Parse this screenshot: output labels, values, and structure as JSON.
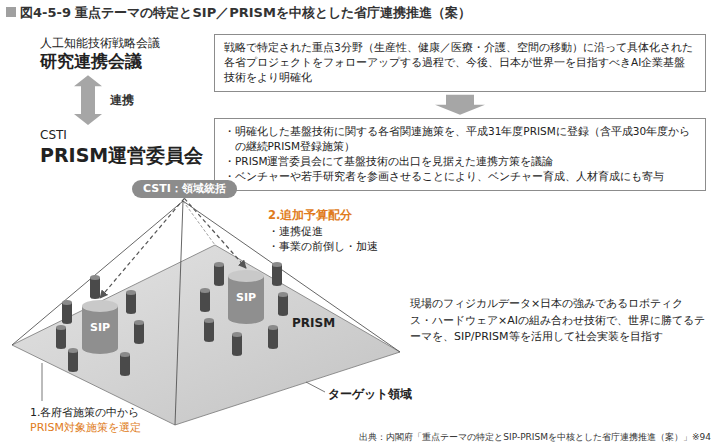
{
  "diagram": {
    "title": "図4-5-9 重点テーマの特定とSIP／PRISMを中核とした省庁連携推進（案）",
    "caption": "出典：内閣府「重点テーマの特定とSIP-PRISMを中核とした省庁連携推進（案）」※94",
    "nodes": [
      {
        "text": [
          "人工知能技術戦略会議",
          "研究連携会議"
        ]
      },
      {
        "text": [
          "CSTI",
          "PRISM運営委員会"
        ]
      },
      {
        "text": [
          "戦略で特定された重点3分野（生産性、健康／医療・介護、空間の移動）に沿って具体化された各省プロジェクトをフォローアップする過程で、今後、日本が世界一を目指すべきAI企業基盤技術をより明確化"
        ]
      },
      {
        "text": [
          "・明確化した基盤技術に関する各省関連施策を、平成31年度PRISMに登録（含平成30年度からの継続PRISM登録施策）",
          "・PRISM運営委員会にて基盤技術の出口を見据えた連携方策を議論",
          "・ベンチャーや若手研究者を参画させることにより、ベンチャー育成、人材育成にも寄与"
        ]
      },
      {
        "text": [
          "CSTI：領域統括"
        ]
      },
      {
        "text": [
          "SIP"
        ]
      },
      {
        "text": [
          "SIP"
        ]
      }
    ],
    "edges": [
      {
        "from": 0,
        "to": 1,
        "arrow": "both",
        "label": "連携"
      },
      {
        "from": 2,
        "to": 3,
        "arrow": "to"
      },
      {
        "from": 4,
        "to": 5,
        "arrow": "to"
      },
      {
        "from": 4,
        "to": 6,
        "arrow": "to"
      }
    ],
    "labels": [
      "2.追加予算配分",
      "・連携促進",
      "・事業の前倒し・加速",
      "PRISM",
      "現場のフィジカルデータ×日本の強みであるロボティクス・ハードウェア×AIの組み合わせ技術で、世界に勝てるテーマを、SIP/PRISM等を活用して社会実装を目指す",
      "ターゲット領域",
      "1.各府省施策の中から",
      "PRISM対象施策を選定"
    ]
  }
}
